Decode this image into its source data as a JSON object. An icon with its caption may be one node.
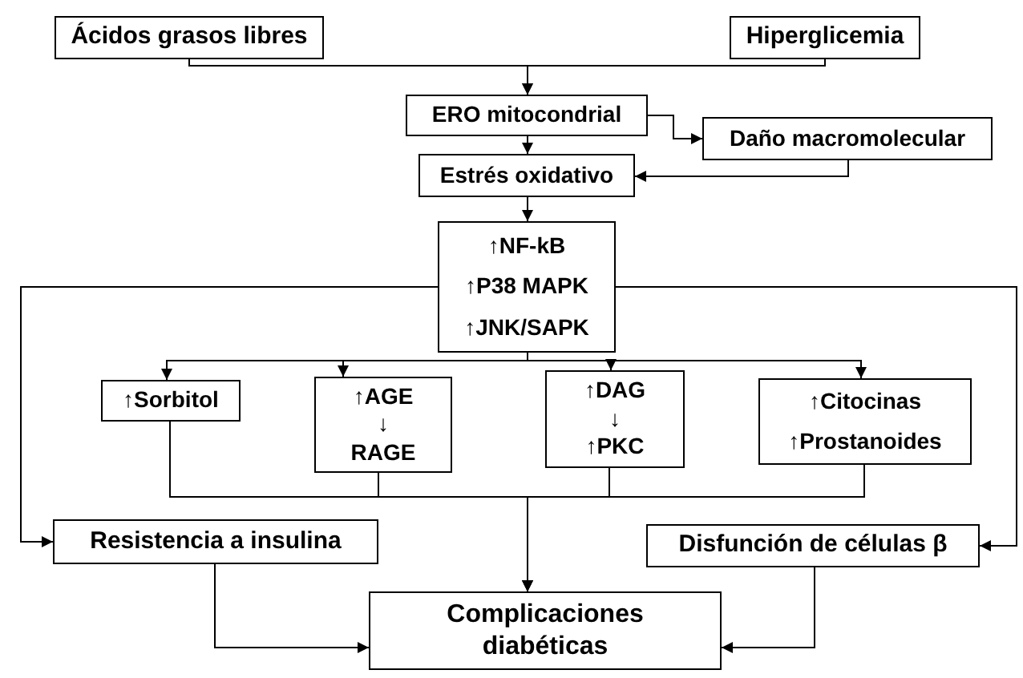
{
  "diagram": {
    "nodes": [
      {
        "text": [
          "Ácidos grasos libres"
        ]
      },
      {
        "text": [
          "Hiperglicemia"
        ]
      },
      {
        "text": [
          "ERO mitocondrial"
        ]
      },
      {
        "text": [
          "Daño macromolecular"
        ]
      },
      {
        "text": [
          "Estrés oxidativo"
        ]
      },
      {
        "text": [
          "↑NF-kB",
          "↑P38 MAPK",
          "↑JNK/SAPK"
        ]
      },
      {
        "text": [
          "↑Sorbitol"
        ]
      },
      {
        "text": [
          "↑AGE",
          "↓",
          "RAGE"
        ]
      },
      {
        "text": [
          "↑DAG",
          "↓",
          "↑PKC"
        ]
      },
      {
        "text": [
          "↑Citocinas",
          "↑Prostanoides"
        ]
      },
      {
        "text": [
          "Resistencia a insulina"
        ]
      },
      {
        "text": [
          "Disfunción de células β"
        ]
      },
      {
        "text": [
          "Complicaciones diabéticas"
        ]
      }
    ],
    "edges": [
      {
        "from": 0,
        "to": 2,
        "arrow": "to"
      },
      {
        "from": 1,
        "to": 2,
        "arrow": "to"
      },
      {
        "from": 2,
        "to": 3,
        "arrow": "to"
      },
      {
        "from": 3,
        "to": 4,
        "arrow": "to"
      },
      {
        "from": 2,
        "to": 4,
        "arrow": "to"
      },
      {
        "from": 4,
        "to": 5,
        "arrow": "to"
      },
      {
        "from": 5,
        "to": 6,
        "arrow": "to"
      },
      {
        "from": 5,
        "to": 7,
        "arrow": "to"
      },
      {
        "from": 5,
        "to": 8,
        "arrow": "to"
      },
      {
        "from": 5,
        "to": 9,
        "arrow": "to"
      },
      {
        "from": 5,
        "to": 10,
        "arrow": "to"
      },
      {
        "from": 5,
        "to": 11,
        "arrow": "to"
      },
      {
        "from": 6,
        "to": 12,
        "arrow": "to"
      },
      {
        "from": 7,
        "to": 12,
        "arrow": "to"
      },
      {
        "from": 8,
        "to": 12,
        "arrow": "to"
      },
      {
        "from": 9,
        "to": 12,
        "arrow": "to"
      },
      {
        "from": 10,
        "to": 12,
        "arrow": "to"
      },
      {
        "from": 11,
        "to": 12,
        "arrow": "to"
      }
    ]
  }
}
